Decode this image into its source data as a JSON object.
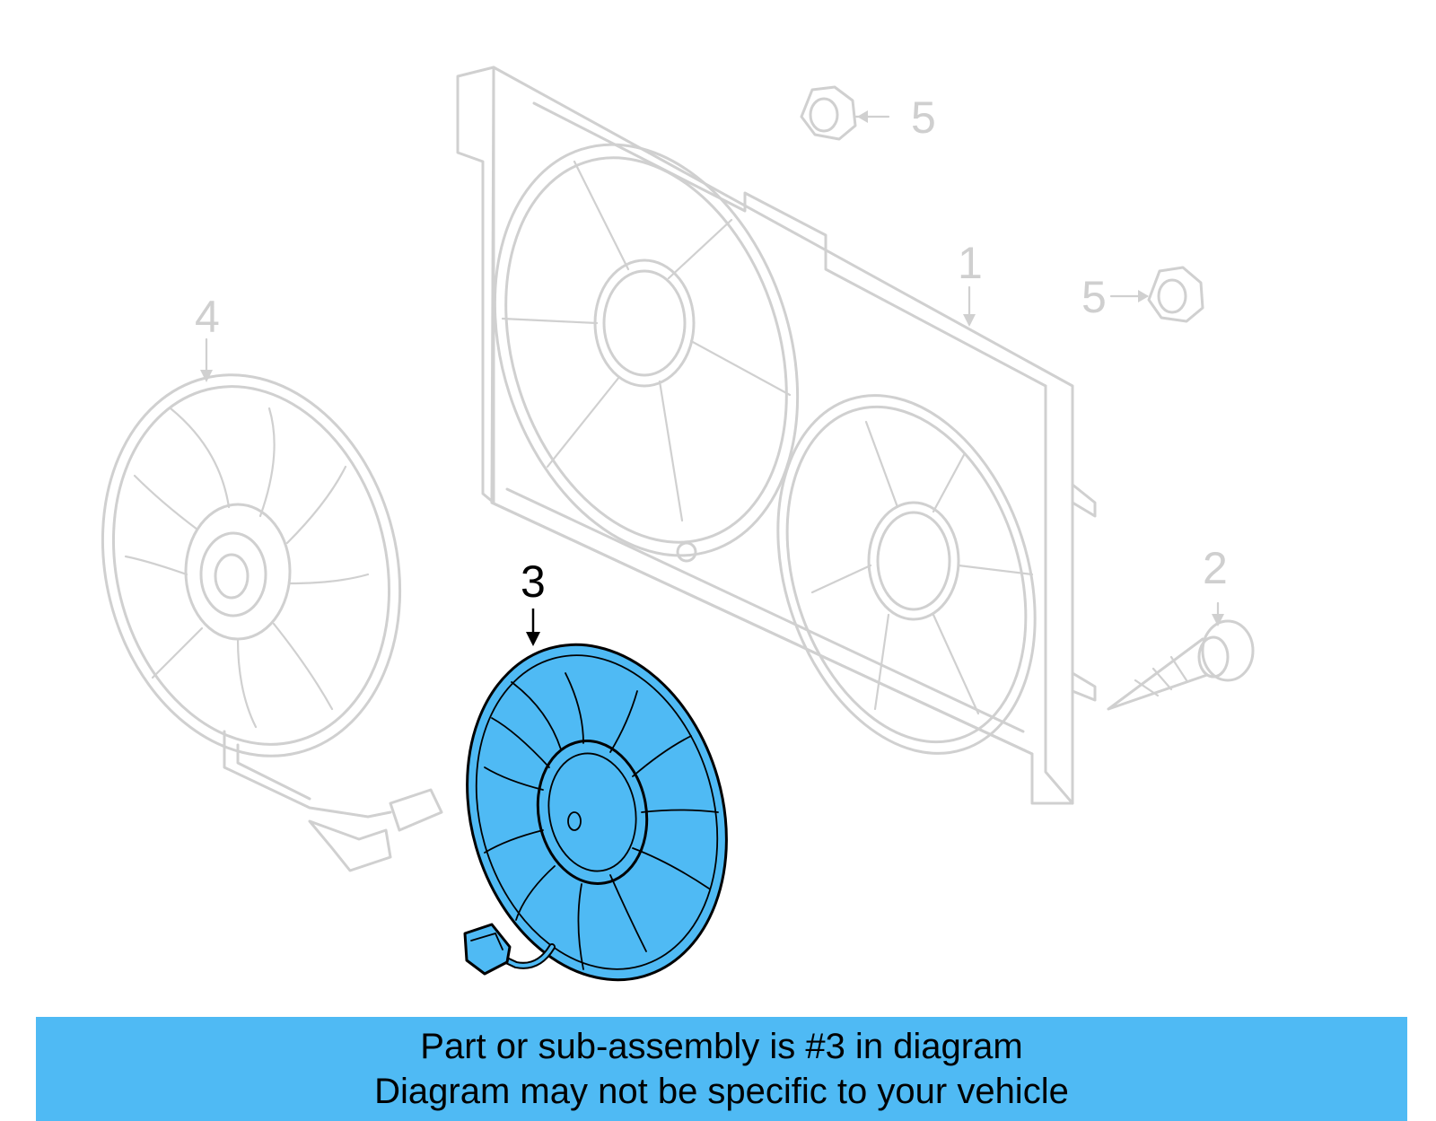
{
  "callouts": {
    "c1": "1",
    "c2": "2",
    "c3": "3",
    "c4": "4",
    "c5a": "5",
    "c5b": "5"
  },
  "highlight": {
    "part": "3",
    "color": "#4fbaf4"
  },
  "banner": {
    "color": "#4fbaf4",
    "line1": "Part or sub-assembly is #3 in diagram",
    "line2": "Diagram may not be specific to your vehicle"
  }
}
